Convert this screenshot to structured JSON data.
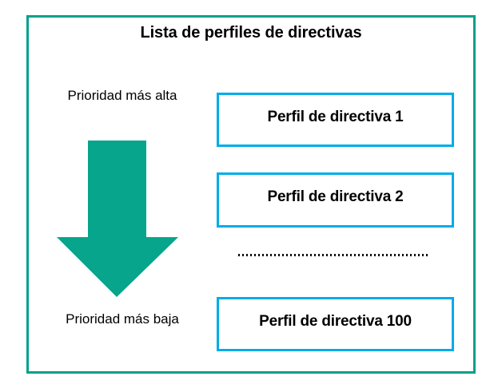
{
  "diagram": {
    "title": "Lista de perfiles de directivas",
    "colors": {
      "outer_frame": "#00A08A",
      "arrow": "#06A58C",
      "profile_box_border": "#00ACE8",
      "text": "#000000",
      "background": "#FFFFFF"
    },
    "priority_labels": {
      "highest": "Prioridad más alta",
      "lowest": "Prioridad más baja"
    },
    "arrow": {
      "name": "down-arrow-icon",
      "direction": "down",
      "meaning": "priority decreases downward"
    },
    "profiles": [
      {
        "label": "Perfil de directiva 1"
      },
      {
        "label": "Perfil de directiva 2"
      },
      {
        "label": "Perfil de directiva 100"
      }
    ],
    "ellipsis": {
      "style": "dotted-line",
      "meaning": "profiles 3 through 99 omitted"
    }
  }
}
